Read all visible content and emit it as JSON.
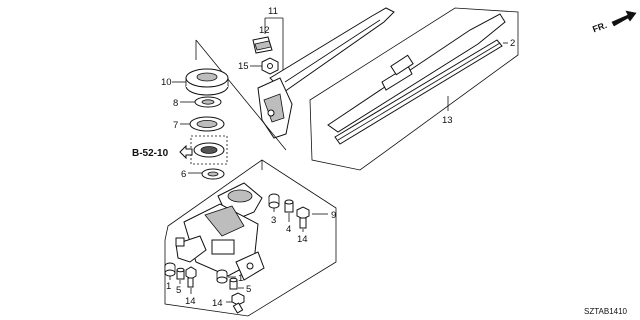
{
  "diagram": {
    "callouts": {
      "c1": "1",
      "c1b": "1",
      "c2": "2",
      "c3": "3",
      "c4": "4",
      "c5": "5",
      "c5b": "5",
      "c6": "6",
      "c7": "7",
      "c8": "8",
      "c9": "9",
      "c10": "10",
      "c11": "11",
      "c12": "12",
      "c13": "13",
      "c14": "14",
      "c14b": "14",
      "c14c": "14",
      "c15": "15"
    },
    "reference": "B-52-10",
    "direction_label": "FR.",
    "diagram_code": "SZTAB1410"
  }
}
